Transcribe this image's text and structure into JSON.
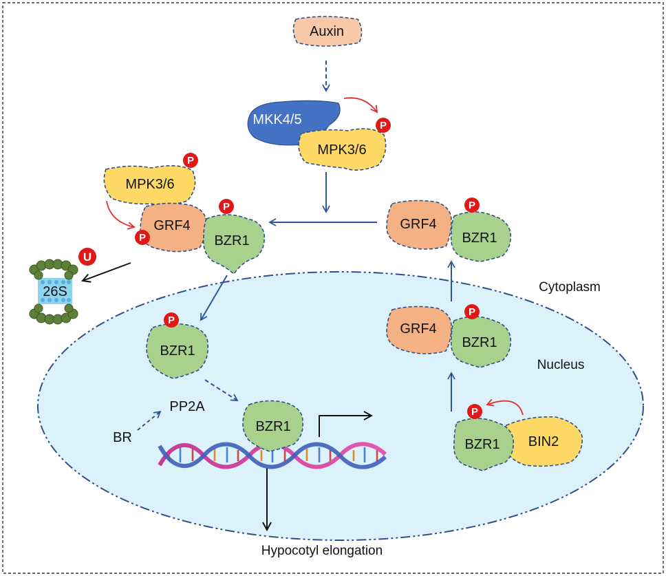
{
  "diagram": {
    "colors": {
      "auxin": "#f7c9a8",
      "mkk": "#4472c4",
      "mpk": "#ffd966",
      "grf4": "#f4b183",
      "bzr1": "#a9d18e",
      "bin2": "#ffd966",
      "nucleus": "#dcf2fb",
      "arrow": "#2f5597",
      "red_arrow": "#e03030",
      "p_badge": "#e01818"
    },
    "labels": {
      "auxin": "Auxin",
      "mkk": "MKK4/5",
      "mpk_top": "MPK3/6",
      "mpk_left": "MPK3/6",
      "grf4_left": "GRF4",
      "bzr1_left": "BZR1",
      "proteasome": "26S",
      "u_badge": "U",
      "grf4_right_top": "GRF4",
      "bzr1_right_top": "BZR1",
      "grf4_right_mid": "GRF4",
      "bzr1_right_mid": "BZR1",
      "bzr1_nuc": "BZR1",
      "pp2a": "PP2A",
      "br": "BR",
      "bzr1_dna": "BZR1",
      "bzr1_bin": "BZR1",
      "bin2": "BIN2",
      "cytoplasm": "Cytoplasm",
      "nucleus": "Nucleus",
      "output": "Hypocotyl elongation",
      "p": "P"
    }
  }
}
